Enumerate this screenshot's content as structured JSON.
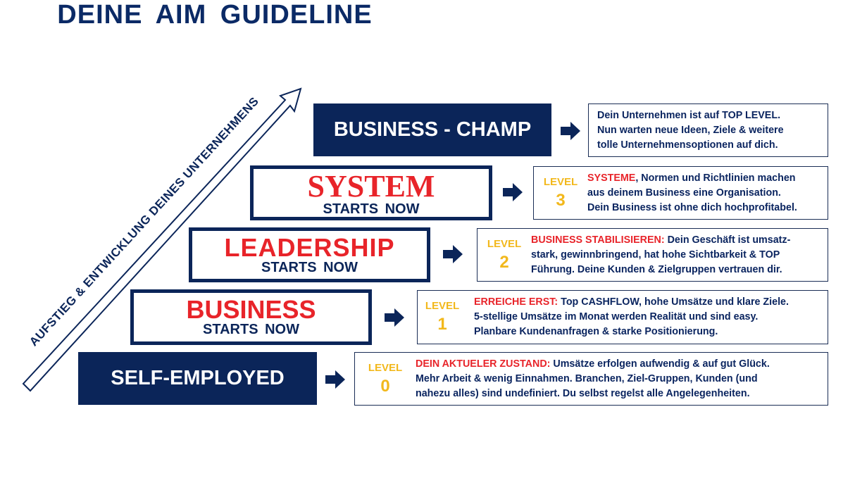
{
  "title": "DEINE  AIM  GUIDELINE",
  "diagonal_label": "AUFSTIEG & ENTWICKLUNG DEINES UNTERNEHMENS",
  "colors": {
    "navy": "#0b2559",
    "red": "#e8242a",
    "gold": "#f2b81c"
  },
  "stages": {
    "champ": {
      "label": "BUSINESS - CHAMP",
      "lines": [
        "Dein Unternehmen ist auf TOP LEVEL.",
        "Nun warten neue Ideen, Ziele & weitere",
        "tolle Unternehmensoptionen auf dich."
      ]
    },
    "system": {
      "label": "SYSTEM",
      "sub": "STARTS  NOW",
      "level_word": "LEVEL",
      "level": "3",
      "highlight": "SYSTEME",
      "line1_rest": ", Normen und Richtlinien machen",
      "lines": [
        "aus deinem Business eine Organisation.",
        "Dein Business ist ohne dich hochprofitabel."
      ]
    },
    "leadership": {
      "label": "LEADERSHIP",
      "sub": "STARTS  NOW",
      "level_word": "LEVEL",
      "level": "2",
      "highlight": "BUSINESS STABILISIEREN:",
      "line1_rest": " Dein Geschäft ist umsatz-",
      "lines": [
        "stark, gewinnbringend, hat hohe Sichtbarkeit & TOP",
        "Führung. Deine Kunden & Zielgruppen vertrauen dir."
      ]
    },
    "business": {
      "label": "BUSINESS",
      "sub": "STARTS  NOW",
      "level_word": "LEVEL",
      "level": "1",
      "highlight": "ERREICHE ERST:",
      "line1_rest": " Top CASHFLOW, hohe Umsätze und klare Ziele.",
      "lines": [
        "5-stellige Umsätze im Monat werden Realität und sind easy.",
        "Planbare Kundenanfragen & starke Positionierung."
      ]
    },
    "self": {
      "label": "SELF-EMPLOYED",
      "level_word": "LEVEL",
      "level": "0",
      "highlight": "DEIN AKTUELER  ZUSTAND:",
      "line1_rest": " Umsätze erfolgen aufwendig & auf gut Glück.",
      "lines": [
        "Mehr Arbeit & wenig Einnahmen. Branchen, Ziel-Gruppen, Kunden (und",
        "nahezu alles) sind undefiniert. Du selbst regelst alle Angelegenheiten."
      ]
    }
  }
}
